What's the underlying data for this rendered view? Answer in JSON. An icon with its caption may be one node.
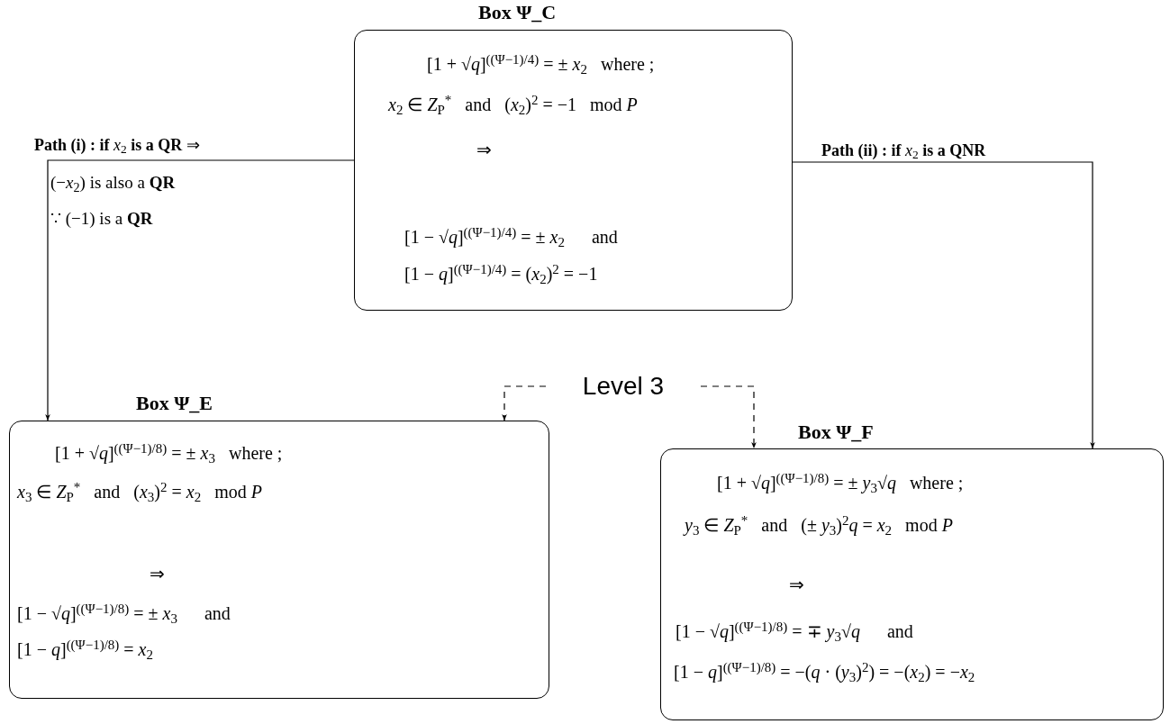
{
  "diagram": {
    "nodes": [
      {
        "text": [
          "Box Ψ_C",
          "[1 + √*q*]$^{((Ψ−1)/4)}$ = ± *x*$_{2}$   where ;",
          "*x*$_{2}$ ∈ *Z*$_{P}$$^{*}$   and   (*x*$_{2}$)$^{2}$ = −1   mod *P*",
          "⇒",
          "[1 − √*q*]$^{((Ψ−1)/4)}$ = ± *x*$_{2}$      and",
          "[1 − *q*]$^{((Ψ−1)/4)}$ = (*x*$_{2}$)$^{2}$ = −1"
        ]
      },
      {
        "text": [
          "Level 3"
        ]
      },
      {
        "text": [
          "Box Ψ_E",
          "[1 + √*q*]$^{((Ψ−1)/8)}$ = ± *x*$_{3}$   where ;",
          "*x*$_{3}$ ∈ *Z*$_{P}$$^{*}$   and   (*x*$_{3}$)$^{2}$ = *x*$_{2}$   mod *P*",
          "⇒",
          "[1 − √*q*]$^{((Ψ−1)/8)}$ = ± *x*$_{3}$      and",
          "[1 − *q*]$^{((Ψ−1)/8)}$ = *x*$_{2}$"
        ]
      },
      {
        "text": [
          "Box Ψ_F",
          "[1 + √*q*]$^{((Ψ−1)/8)}$ = ± *y*$_{3}$√*q*   where ;",
          "*y*$_{3}$ ∈ *Z*$_{P}$$^{*}$   and   (± *y*$_{3}$)$^{2}$*q* = *x*$_{2}$   mod *P*",
          "⇒",
          "[1 − √*q*]$^{((Ψ−1)/8)}$ = ∓ *y*$_{3}$√*q*      and",
          "[1 − *q*]$^{((Ψ−1)/8)}$ = −(*q* · (*y*$_{3}$)$^{2}$) = −(*x*$_{2}$) = −*x*$_{2}$"
        ]
      }
    ],
    "edges": [
      {
        "from": 0,
        "to": 2,
        "arrow": "to",
        "label": "**Path (i) :  if**  *x*$_{2}$  **is a   QR** ⇒"
      },
      {
        "from": 0,
        "to": 3,
        "arrow": "to",
        "label": "**Path (ii) :  if**  *x*$_{2}$  **is a   QNR**"
      },
      {
        "from": 1,
        "to": 2,
        "arrow": "to",
        "style": "dashed"
      },
      {
        "from": 1,
        "to": 3,
        "arrow": "to",
        "style": "dashed"
      }
    ],
    "labels": [
      "(−*x*$_{2}$)  is also a   **QR**",
      "∵    (−1)   is a **QR**"
    ]
  }
}
